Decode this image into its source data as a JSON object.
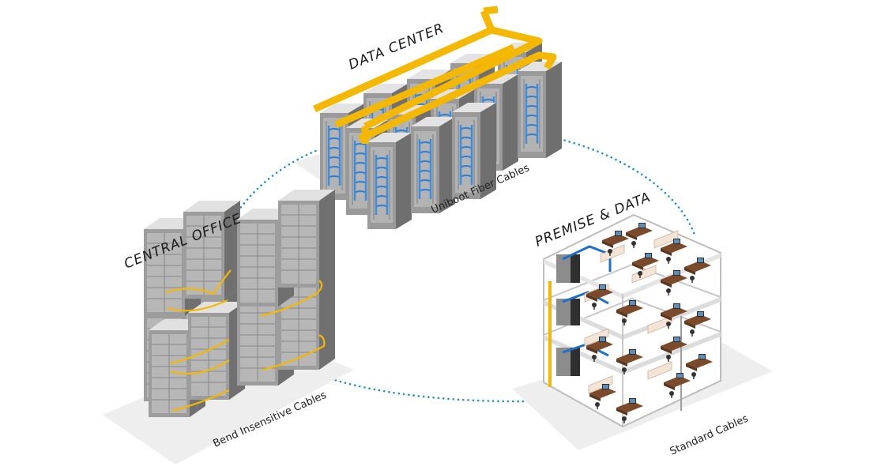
{
  "nodes": {
    "data_center": {
      "title": "DATA CENTER",
      "caption": "Uniboot Fiber Cables"
    },
    "central_office": {
      "title": "CENTRAL OFFICE",
      "caption": "Bend Insensitive Cables"
    },
    "premise": {
      "title": "PREMISE & DATA",
      "caption": "Standard Cables"
    }
  },
  "colors": {
    "dotted_link": "#2a8fc6",
    "yellow_cable": "#f5b800",
    "blue_cable": "#1e6fc8",
    "rack": "#8c8c8c",
    "floor": "#eeeeee"
  },
  "icons": [
    "server-rack-icon",
    "cable-tray-icon",
    "office-building-icon",
    "workstation-icon"
  ]
}
